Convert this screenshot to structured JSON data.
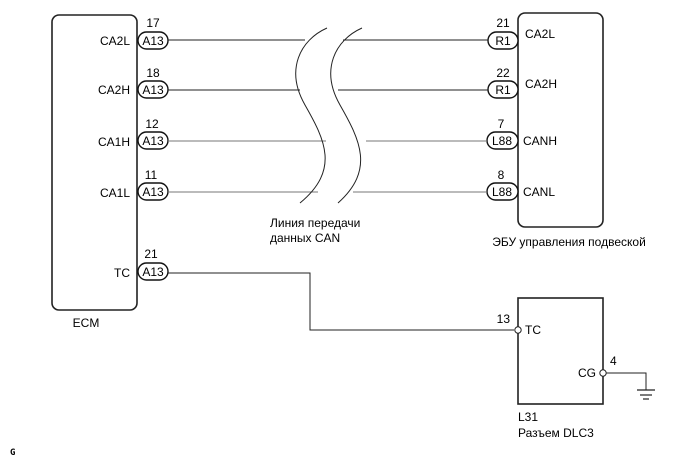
{
  "diagram": {
    "ecm": {
      "label": "ECM",
      "pins": [
        {
          "name": "CA2L",
          "number": "17",
          "connector": "A13"
        },
        {
          "name": "CA2H",
          "number": "18",
          "connector": "A13"
        },
        {
          "name": "CA1H",
          "number": "12",
          "connector": "A13"
        },
        {
          "name": "CA1L",
          "number": "11",
          "connector": "A13"
        },
        {
          "name": "TC",
          "number": "21",
          "connector": "A13"
        }
      ]
    },
    "suspension_ecu": {
      "label": "ЭБУ управления подвеской",
      "pins": [
        {
          "name": "CA2L",
          "number": "21",
          "connector": "R1"
        },
        {
          "name": "CA2H",
          "number": "22",
          "connector": "R1"
        },
        {
          "name": "CANH",
          "number": "7",
          "connector": "L88"
        },
        {
          "name": "CANL",
          "number": "8",
          "connector": "L88"
        }
      ]
    },
    "can_bus": {
      "label_line1": "Линия передачи",
      "label_line2": "данных CAN"
    },
    "dlc3": {
      "code": "L31",
      "label": "Разъем DLC3",
      "pins": [
        {
          "name": "TC",
          "number": "13"
        },
        {
          "name": "CG",
          "number": "4"
        }
      ]
    },
    "corner_mark": "G"
  }
}
